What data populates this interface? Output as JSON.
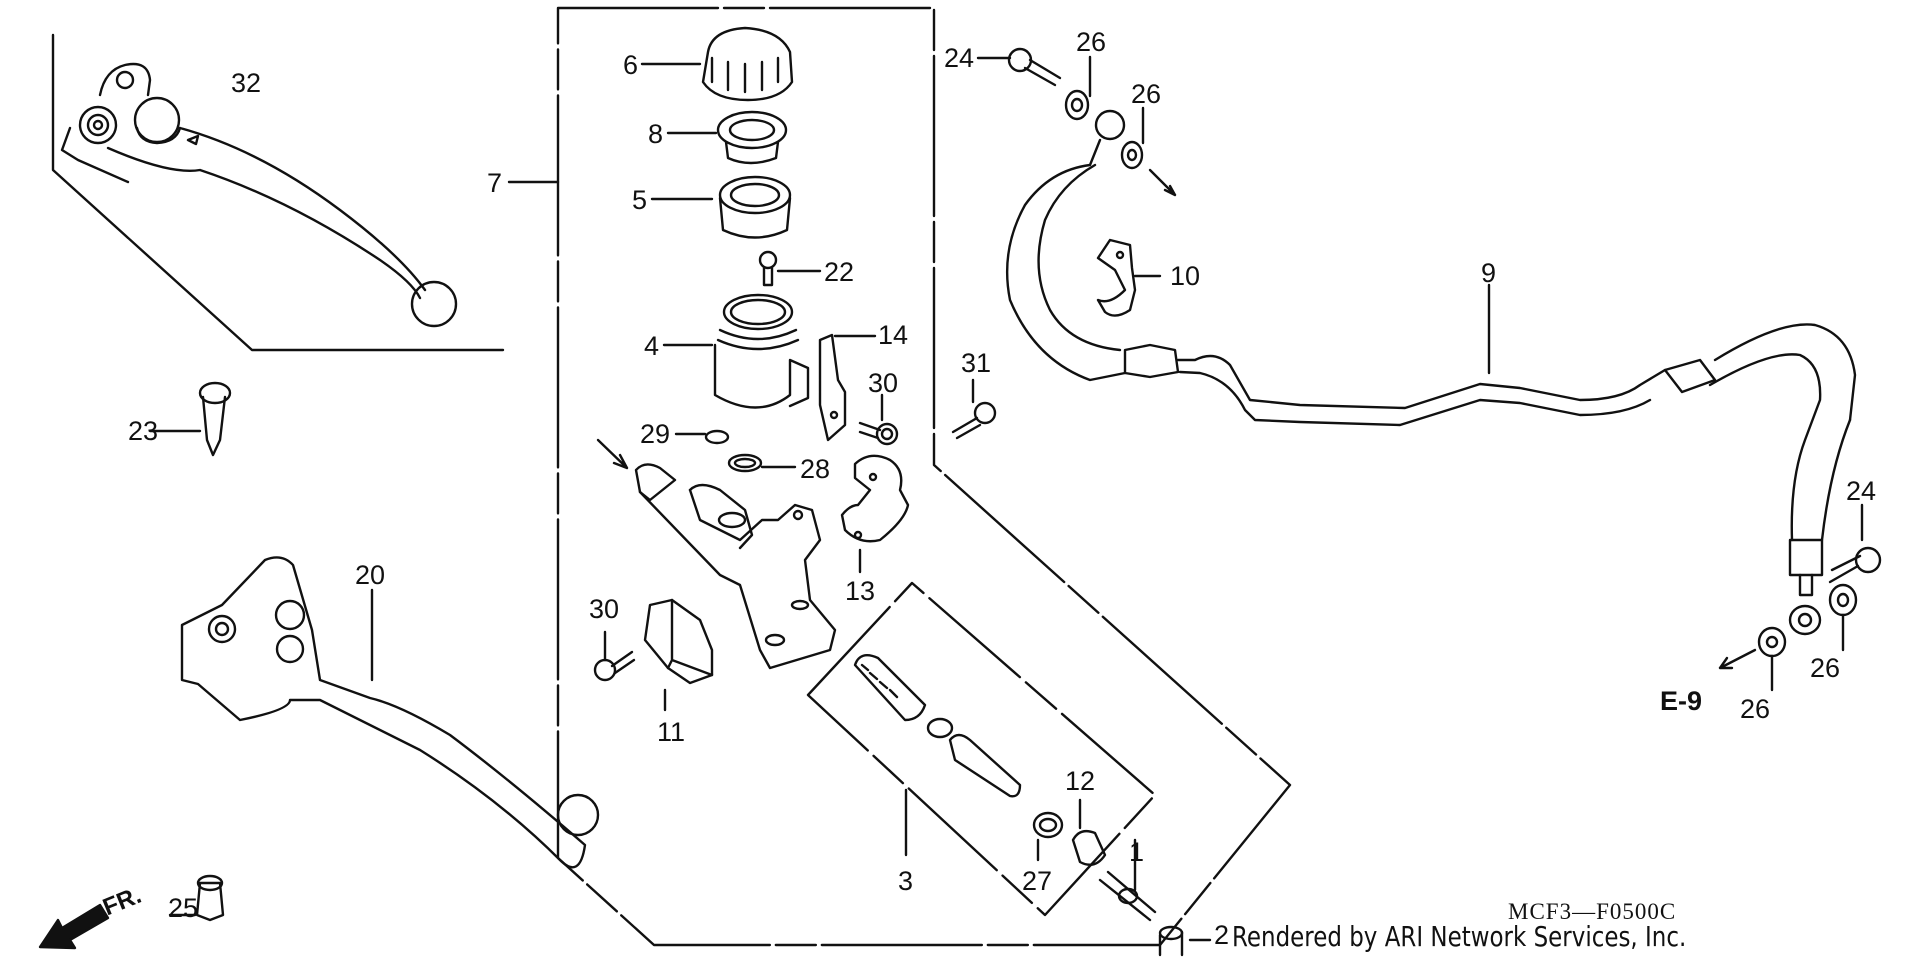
{
  "diagram": {
    "title_code": "MCF3—F0500C",
    "credit": "Rendered by ARI Network Services, Inc.",
    "front_indicator": "FR.",
    "cross_reference": "E-9",
    "callouts": [
      {
        "id": "c32",
        "label": "32",
        "part": "clutch-lever-adjustable"
      },
      {
        "id": "c7",
        "label": "7",
        "part": "master-cylinder-assembly"
      },
      {
        "id": "c6",
        "label": "6",
        "part": "reservoir-cap"
      },
      {
        "id": "c8",
        "label": "8",
        "part": "reservoir-plate"
      },
      {
        "id": "c5",
        "label": "5",
        "part": "reservoir-diaphragm"
      },
      {
        "id": "c22",
        "label": "22",
        "part": "screw"
      },
      {
        "id": "c4",
        "label": "4",
        "part": "reservoir"
      },
      {
        "id": "c14",
        "label": "14",
        "part": "reservoir-stay"
      },
      {
        "id": "c30a",
        "label": "30",
        "part": "screw-washer"
      },
      {
        "id": "c29",
        "label": "29",
        "part": "o-ring-small"
      },
      {
        "id": "c28",
        "label": "28",
        "part": "o-ring"
      },
      {
        "id": "c13",
        "label": "13",
        "part": "master-cylinder-holder"
      },
      {
        "id": "c30b",
        "label": "30",
        "part": "screw-washer"
      },
      {
        "id": "c11",
        "label": "11",
        "part": "clutch-switch"
      },
      {
        "id": "c23",
        "label": "23",
        "part": "pivot-bolt"
      },
      {
        "id": "c20",
        "label": "20",
        "part": "clutch-lever"
      },
      {
        "id": "c25",
        "label": "25",
        "part": "pivot-nut"
      },
      {
        "id": "c3",
        "label": "3",
        "part": "piston-set"
      },
      {
        "id": "c27",
        "label": "27",
        "part": "circlip"
      },
      {
        "id": "c12",
        "label": "12",
        "part": "boot"
      },
      {
        "id": "c1",
        "label": "1",
        "part": "push-rod"
      },
      {
        "id": "c2",
        "label": "2",
        "part": "cap"
      },
      {
        "id": "c24a",
        "label": "24",
        "part": "oil-bolt"
      },
      {
        "id": "c26a",
        "label": "26",
        "part": "sealing-washer"
      },
      {
        "id": "c26b",
        "label": "26",
        "part": "sealing-washer"
      },
      {
        "id": "c10",
        "label": "10",
        "part": "hose-clamp"
      },
      {
        "id": "c31",
        "label": "31",
        "part": "flange-bolt"
      },
      {
        "id": "c9",
        "label": "9",
        "part": "clutch-hose"
      },
      {
        "id": "c24b",
        "label": "24",
        "part": "oil-bolt"
      },
      {
        "id": "c26c",
        "label": "26",
        "part": "sealing-washer"
      },
      {
        "id": "c26d",
        "label": "26",
        "part": "sealing-washer"
      }
    ]
  }
}
